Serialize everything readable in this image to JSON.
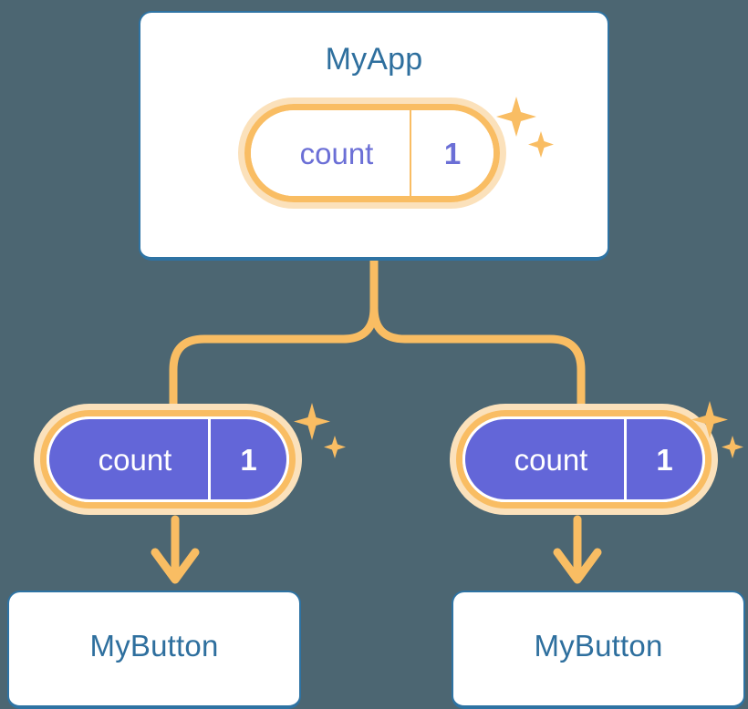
{
  "theme": {
    "background": "#4c6672",
    "card_background": "#ffffff",
    "card_border": "#2e73a3",
    "title_text": "#2e6f9e",
    "accent_orange": "#f9bd63",
    "accent_orange_pale": "#fbe1bb",
    "signal_purple": "#6366d8",
    "signal_purple_text": "#6b6fd6",
    "pill_text_light": "#ffffff"
  },
  "app_card": {
    "title": "MyApp",
    "signal": {
      "name": "count",
      "value": "1",
      "variant": "light"
    },
    "sparkle_icon": "sparkle-icon"
  },
  "children": [
    {
      "id": "left",
      "signal": {
        "name": "count",
        "value": "1",
        "variant": "solid"
      },
      "sparkle_icon": "sparkle-icon",
      "card_title": "MyButton"
    },
    {
      "id": "right",
      "signal": {
        "name": "count",
        "value": "1",
        "variant": "solid"
      },
      "sparkle_icon": "sparkle-icon",
      "card_title": "MyButton"
    }
  ],
  "connectors": {
    "trunk_icon": "tree-branch-connector",
    "arrow_icon": "arrow-down-icon"
  }
}
